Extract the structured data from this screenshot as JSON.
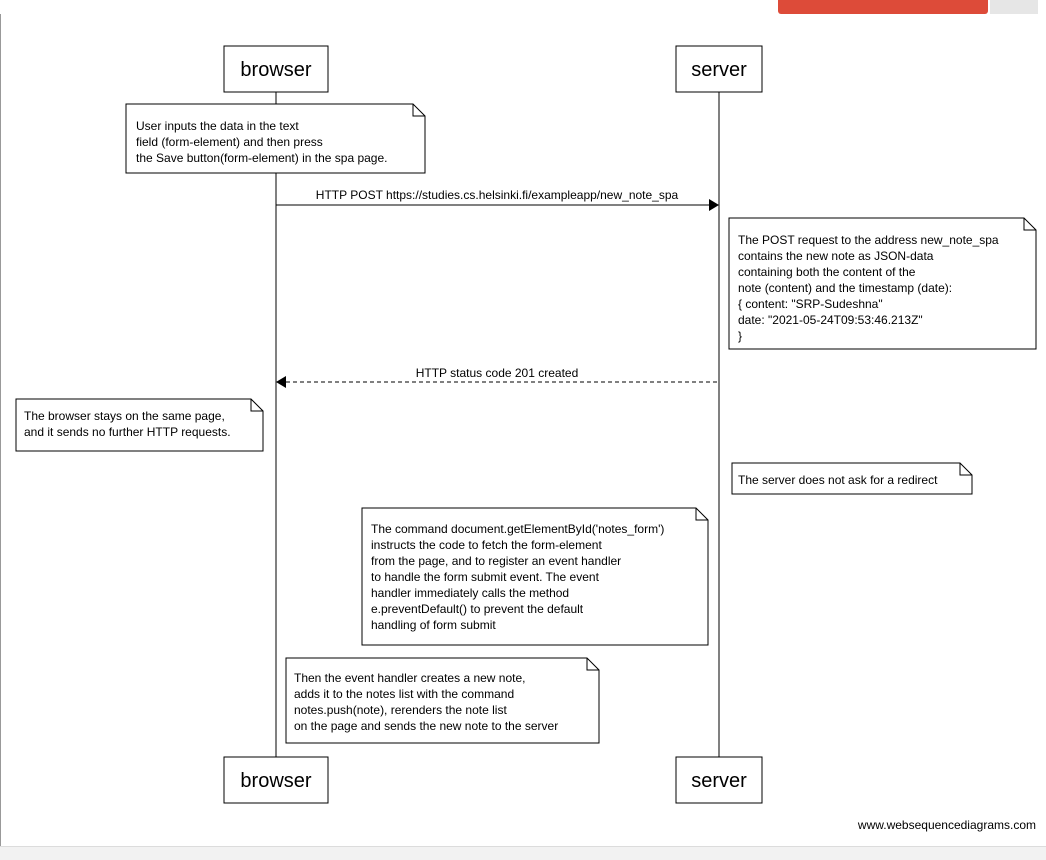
{
  "participants": {
    "browser": "browser",
    "server": "server"
  },
  "notes": {
    "user_input": [
      "User inputs the data in the text",
      "field (form-element) and then press",
      "the Save button(form-element) in the spa page."
    ],
    "post_request": [
      "The POST request to the address new_note_spa",
      "contains the new note as JSON-data",
      "containing both the content of the",
      "note (content) and the timestamp (date):",
      "{ content: \"SRP-Sudeshna\"",
      "date: \"2021-05-24T09:53:46.213Z\"",
      "}"
    ],
    "browser_stays": [
      "The browser stays on the same page,",
      "and it sends no further HTTP requests."
    ],
    "no_redirect": [
      "The server does not ask for a redirect"
    ],
    "get_element": [
      "The command document.getElementById('notes_form')",
      "instructs the code to fetch the form-element",
      "from the page, and to register an event handler",
      "to handle the form submit event. The event",
      "handler immediately calls the method",
      "e.preventDefault() to prevent the default",
      "handling of form submit"
    ],
    "event_handler": [
      "Then the event handler creates a new note,",
      "adds it to the notes list with the command",
      "notes.push(note), rerenders the note list",
      "on the page and sends the new note to the server"
    ]
  },
  "messages": {
    "post": "HTTP POST https://studies.cs.helsinki.fi/exampleapp/new_note_spa",
    "status": "HTTP status code 201 created"
  },
  "watermark": "www.websequencediagrams.com",
  "colors": {
    "top_accent": "#dd4b39",
    "line": "#000000",
    "note_fill": "#ffffff"
  }
}
